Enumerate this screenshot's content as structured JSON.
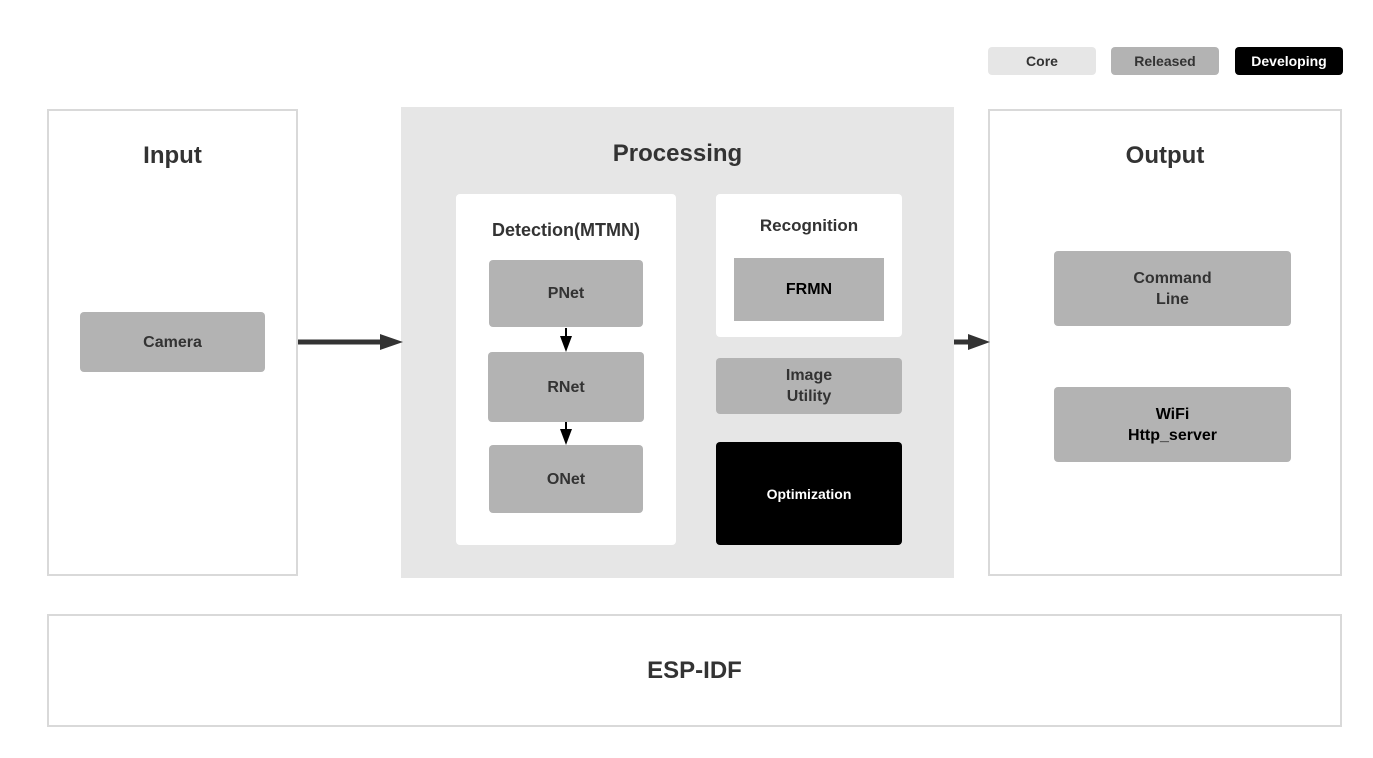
{
  "legend": {
    "core": "Core",
    "released": "Released",
    "developing": "Developing"
  },
  "input": {
    "title": "Input",
    "camera": "Camera"
  },
  "processing": {
    "title": "Processing",
    "detection": {
      "title": "Detection(MTMN)",
      "pnet": "PNet",
      "rnet": "RNet",
      "onet": "ONet"
    },
    "recognition": {
      "title": "Recognition",
      "frmn": "FRMN"
    },
    "image_utility_line1": "Image",
    "image_utility_line2": "Utility",
    "optimization": "Optimization"
  },
  "output": {
    "title": "Output",
    "command_line_line1": "Command",
    "command_line_line2": "Line",
    "wifi_line1": "WiFi",
    "wifi_line2": "Http_server"
  },
  "platform": {
    "title": "ESP-IDF"
  },
  "colors": {
    "core": "#e6e6e6",
    "released": "#b3b3b3",
    "developing": "#000000",
    "border": "#d9d9d9",
    "arrow": "#333333"
  }
}
